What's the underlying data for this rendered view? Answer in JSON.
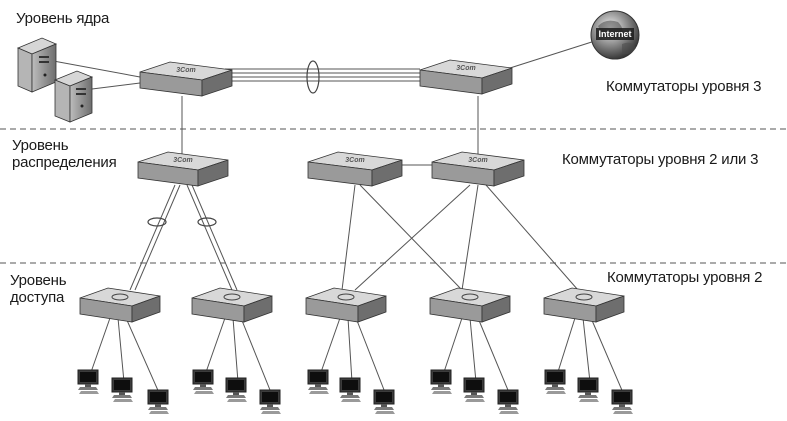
{
  "labels": {
    "core_level": "Уровень ядра",
    "distribution_level": "Уровень распределения",
    "access_level": "Уровень доступа",
    "layer3_switches": "Коммутаторы уровня 3",
    "layer23_switches": "Коммутаторы уровня 2 или 3",
    "layer2_switches": "Коммутаторы уровня 2",
    "internet": "Internet"
  },
  "colors": {
    "line": "#555555",
    "dash": "#777777",
    "switch_top": "#d8d8d8",
    "switch_side": "#6e6e6e",
    "switch_front": "#9a9a9a"
  }
}
